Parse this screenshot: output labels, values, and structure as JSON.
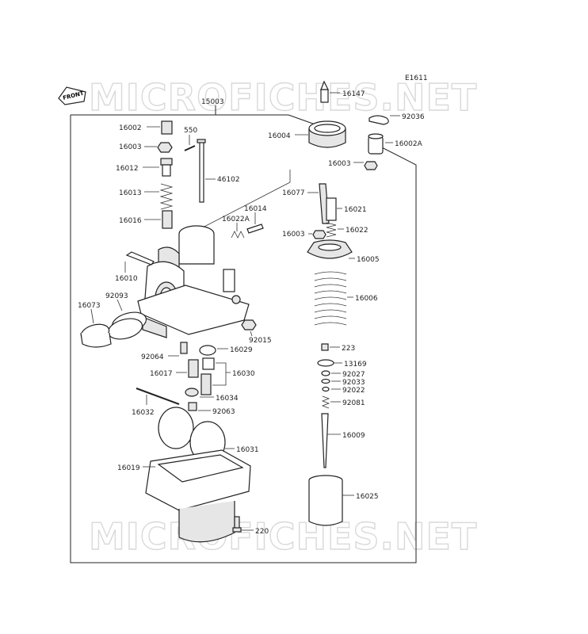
{
  "diagram_code": "E1611",
  "front_label": "FRONT",
  "watermark": "MICROFICHES.NET",
  "assembly_number": "15003",
  "parts": [
    {
      "id": "16147"
    },
    {
      "id": "92036"
    },
    {
      "id": "16002A"
    },
    {
      "id": "16002"
    },
    {
      "id": "550"
    },
    {
      "id": "16003"
    },
    {
      "id": "16004"
    },
    {
      "id": "16003b",
      "label": "16003"
    },
    {
      "id": "16012"
    },
    {
      "id": "46102"
    },
    {
      "id": "16077"
    },
    {
      "id": "16021"
    },
    {
      "id": "16013"
    },
    {
      "id": "16014"
    },
    {
      "id": "16022A"
    },
    {
      "id": "16016"
    },
    {
      "id": "16003c",
      "label": "16003"
    },
    {
      "id": "16022"
    },
    {
      "id": "16005"
    },
    {
      "id": "16010"
    },
    {
      "id": "92093"
    },
    {
      "id": "16073"
    },
    {
      "id": "16006"
    },
    {
      "id": "92015"
    },
    {
      "id": "223"
    },
    {
      "id": "16029"
    },
    {
      "id": "92064"
    },
    {
      "id": "13169"
    },
    {
      "id": "16017"
    },
    {
      "id": "16030"
    },
    {
      "id": "92027"
    },
    {
      "id": "92033"
    },
    {
      "id": "92022"
    },
    {
      "id": "16034"
    },
    {
      "id": "92081"
    },
    {
      "id": "16032"
    },
    {
      "id": "92063"
    },
    {
      "id": "16009"
    },
    {
      "id": "16031"
    },
    {
      "id": "16019"
    },
    {
      "id": "16025"
    },
    {
      "id": "220"
    }
  ]
}
